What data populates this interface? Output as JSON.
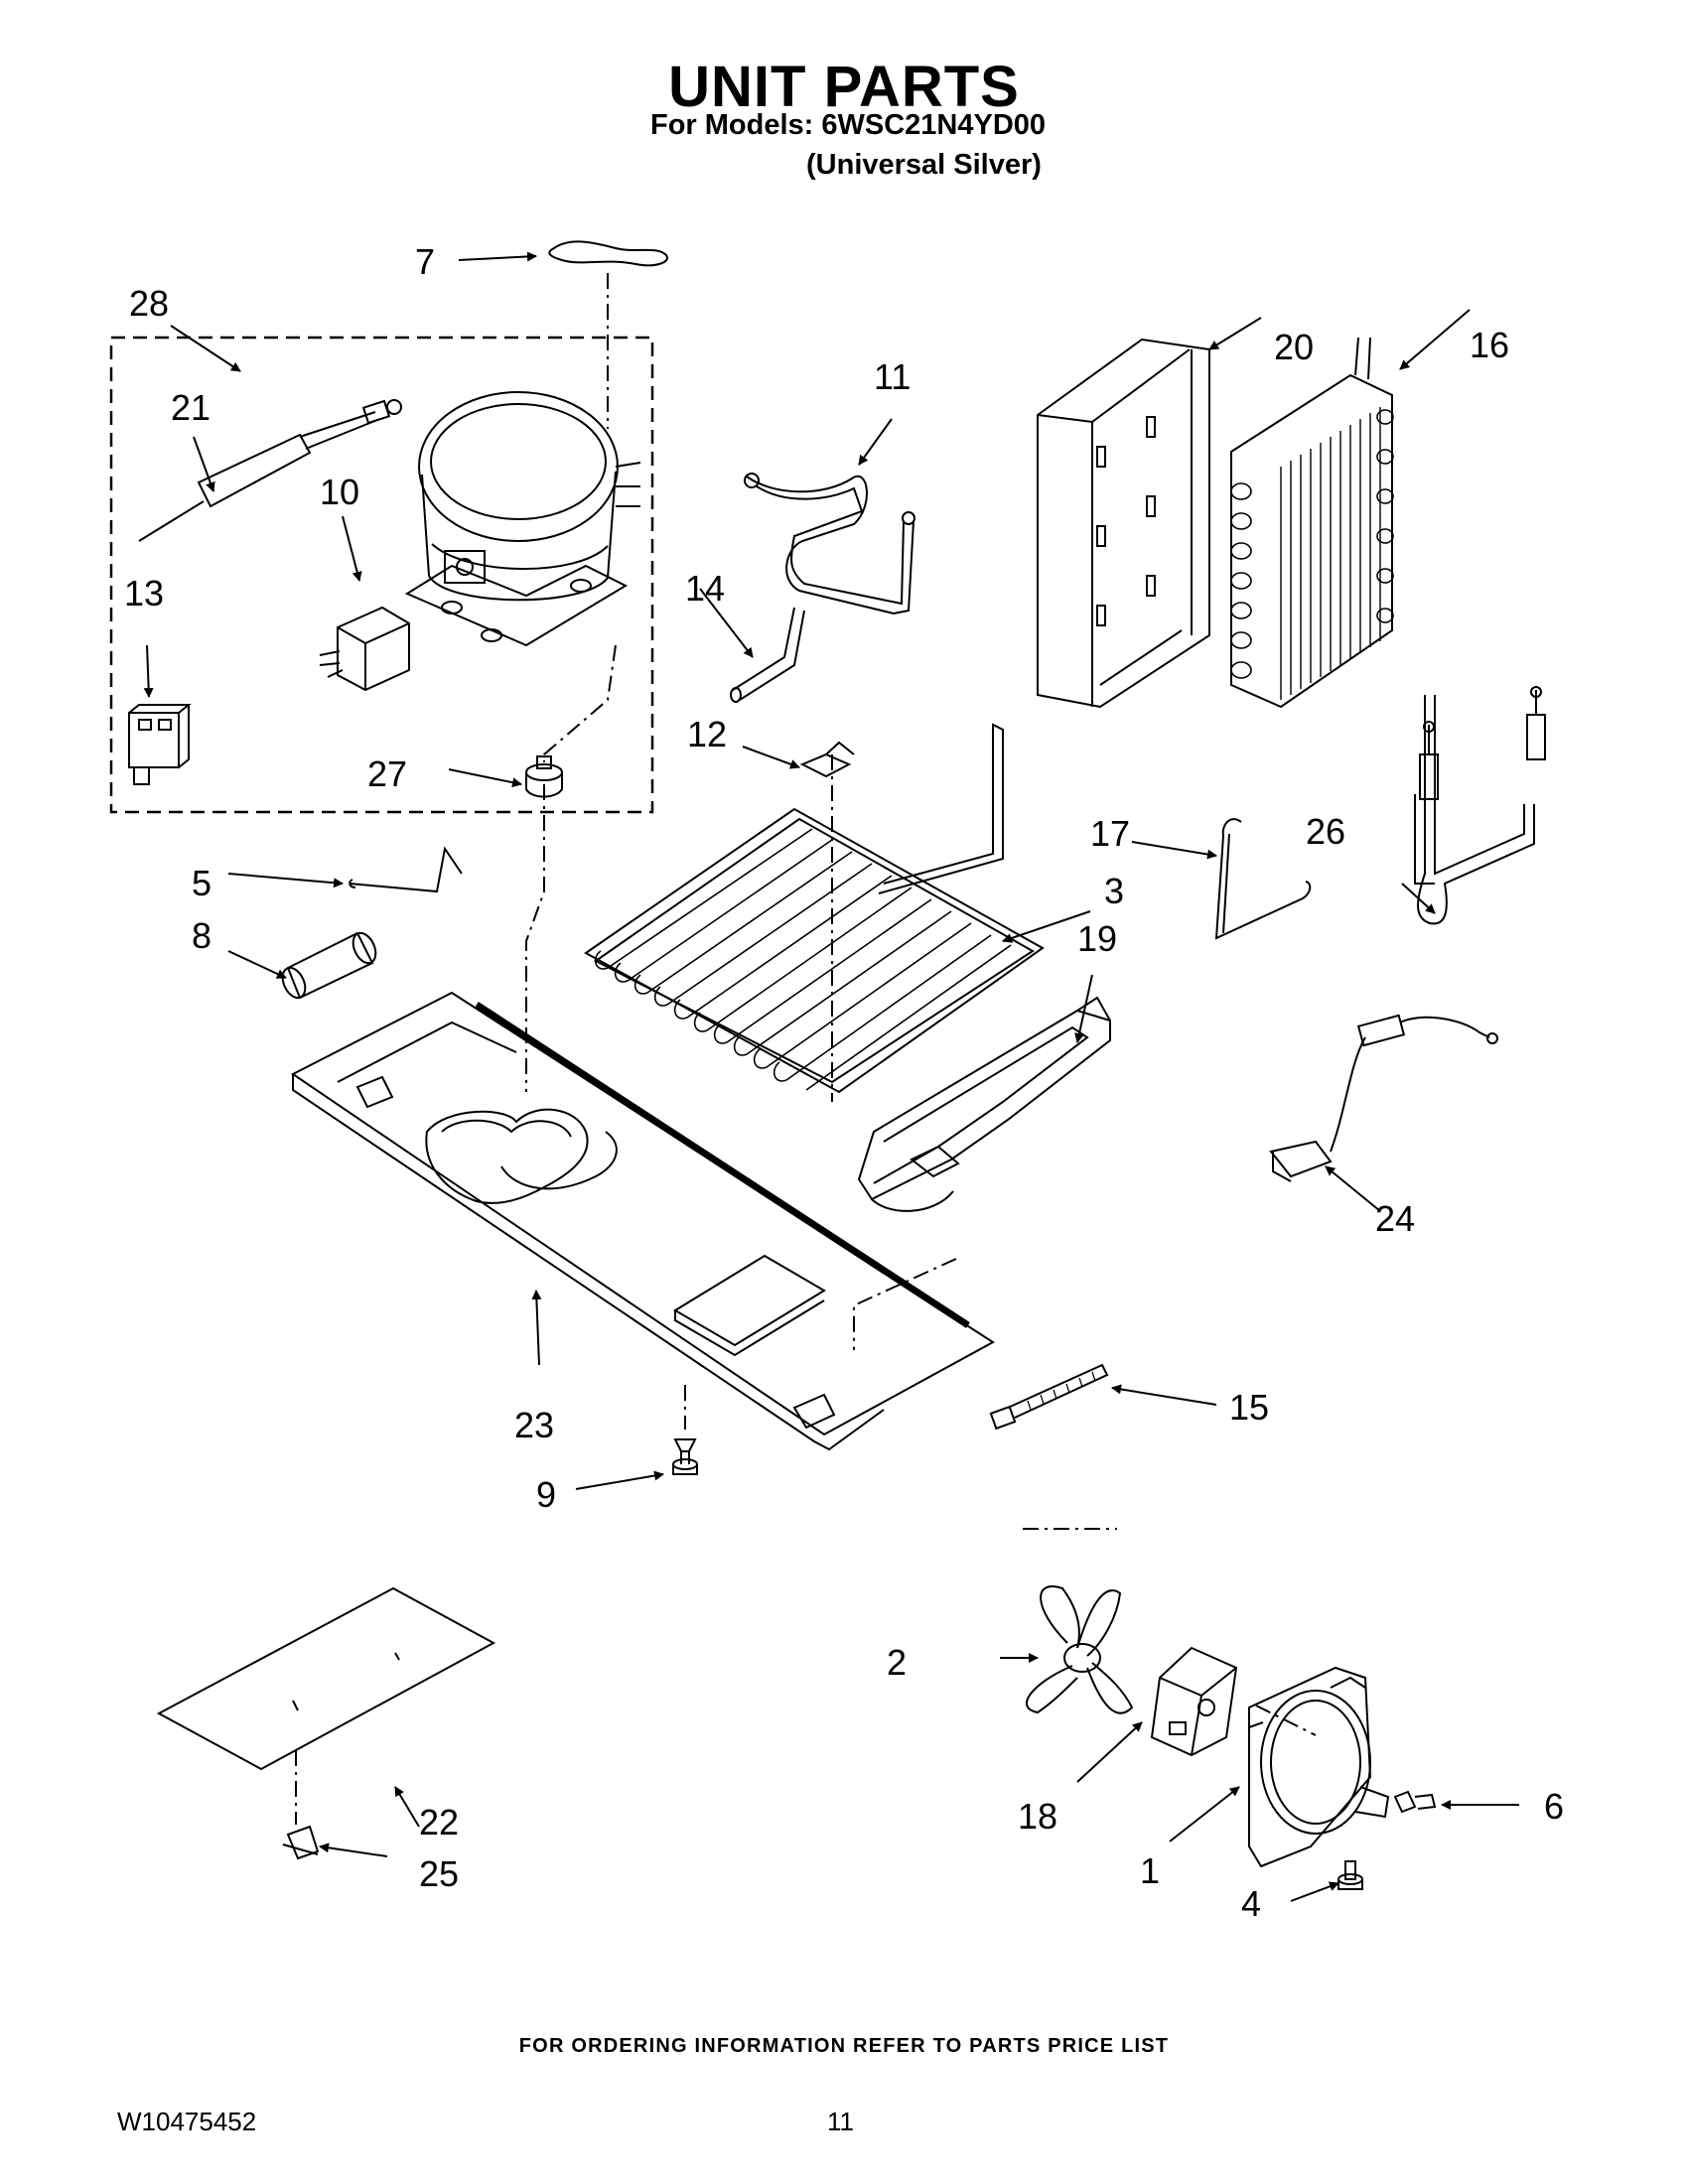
{
  "header": {
    "title": "UNIT PARTS",
    "models_line": "For Models: 6WSC21N4YD00",
    "color_line": "(Universal Silver)"
  },
  "diagram": {
    "callouts": [
      "1",
      "2",
      "3",
      "4",
      "5",
      "6",
      "7",
      "8",
      "9",
      "10",
      "11",
      "12",
      "13",
      "14",
      "15",
      "16",
      "17",
      "18",
      "19",
      "20",
      "21",
      "22",
      "23",
      "24",
      "25",
      "26",
      "27",
      "28"
    ]
  },
  "footer": {
    "ordering_note": "FOR ORDERING INFORMATION REFER TO PARTS PRICE LIST",
    "doc_number": "W10475452",
    "page_number": "11"
  }
}
